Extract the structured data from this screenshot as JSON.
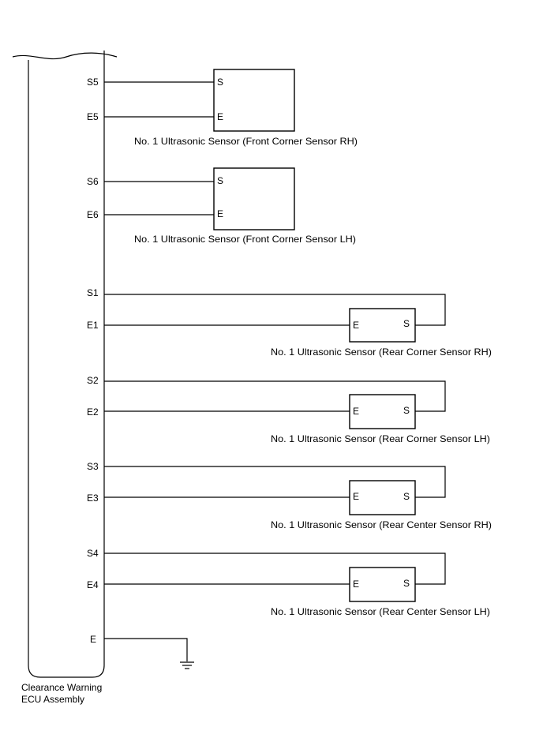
{
  "ecu": {
    "label_line1": "Clearance Warning",
    "label_line2": "ECU Assembly"
  },
  "front_sensors": [
    {
      "s_terminal": "S5",
      "e_terminal": "E5",
      "box_s": "S",
      "box_e": "E",
      "label": "No. 1 Ultrasonic Sensor (Front Corner Sensor RH)"
    },
    {
      "s_terminal": "S6",
      "e_terminal": "E6",
      "box_s": "S",
      "box_e": "E",
      "label": "No. 1 Ultrasonic Sensor (Front Corner Sensor LH)"
    }
  ],
  "rear_sensors": [
    {
      "s_terminal": "S1",
      "e_terminal": "E1",
      "box_e": "E",
      "box_s": "S",
      "label": "No. 1 Ultrasonic Sensor (Rear Corner Sensor RH)"
    },
    {
      "s_terminal": "S2",
      "e_terminal": "E2",
      "box_e": "E",
      "box_s": "S",
      "label": "No. 1 Ultrasonic Sensor (Rear Corner Sensor LH)"
    },
    {
      "s_terminal": "S3",
      "e_terminal": "E3",
      "box_e": "E",
      "box_s": "S",
      "label": "No. 1 Ultrasonic Sensor (Rear Center Sensor RH)"
    },
    {
      "s_terminal": "S4",
      "e_terminal": "E4",
      "box_e": "E",
      "box_s": "S",
      "label": "No. 1 Ultrasonic Sensor (Rear Center Sensor LH)"
    }
  ],
  "ground": {
    "terminal": "E"
  }
}
